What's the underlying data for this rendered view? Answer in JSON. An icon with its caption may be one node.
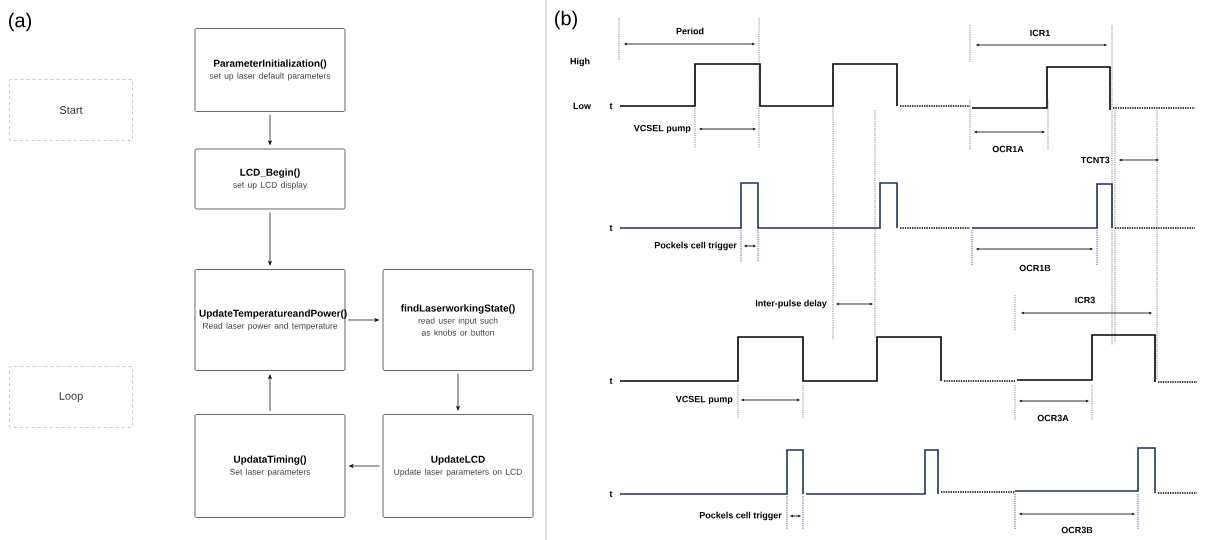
{
  "diagram": {
    "nodes": [
      {
        "text": [
          "Start"
        ]
      },
      {
        "text": [
          "Loop"
        ]
      },
      {
        "text": [
          "ParameterInitialization()",
          "set up laser default parameters"
        ]
      },
      {
        "text": [
          "LCD_Begin()",
          "set up LCD display"
        ]
      },
      {
        "text": [
          "UpdateTemperatureandPower()",
          "Read laser power and temperature"
        ]
      },
      {
        "text": [
          "findLaserworkingState()",
          "read user input such as knobs or button"
        ]
      },
      {
        "text": [
          "UpdateLCD",
          "Update laser parameters on LCD"
        ]
      },
      {
        "text": [
          "UpdataTiming()",
          "Set laser parameters"
        ]
      }
    ],
    "edges": [
      {
        "from": 2,
        "to": 3,
        "arrow": "to"
      },
      {
        "from": 3,
        "to": 4,
        "arrow": "to"
      },
      {
        "from": 4,
        "to": 5,
        "arrow": "to"
      },
      {
        "from": 5,
        "to": 6,
        "arrow": "to"
      },
      {
        "from": 6,
        "to": 7,
        "arrow": "to"
      },
      {
        "from": 7,
        "to": 4,
        "arrow": "to"
      }
    ],
    "labels": [
      "(a)",
      "(b)",
      "Period",
      "ICR1",
      "High",
      "Low",
      "t",
      "VCSEL pump",
      "OCR1A",
      "TCNT3",
      "t",
      "Pockels cell trigger",
      "OCR1B",
      "Inter-pulse delay",
      "ICR3",
      "t",
      "VCSEL pump",
      "OCR3A",
      "t",
      "Pockels cell trigger",
      "OCR3B"
    ]
  }
}
